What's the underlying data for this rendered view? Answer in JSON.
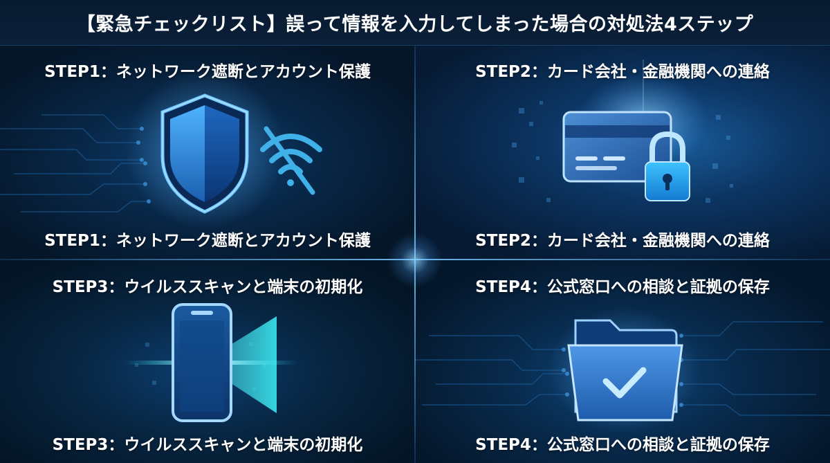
{
  "header": {
    "title": "【緊急チェックリスト】誤って情報を入力してしまった場合の対処法4ステップ"
  },
  "steps": [
    {
      "heading_top": "STEP1：ネットワーク遮断とアカウント保護",
      "heading_bottom": "STEP1：ネットワーク遮断とアカウント保護",
      "icons": [
        "shield-icon",
        "wifi-off-icon"
      ]
    },
    {
      "heading_top": "STEP2：カード会社・金融機関への連絡",
      "heading_bottom": "STEP2：カード会社・金融機関への連絡",
      "icons": [
        "credit-card-icon",
        "padlock-icon"
      ]
    },
    {
      "heading_top": "STEP3：ウイルススキャンと端末の初期化",
      "heading_bottom": "STEP3：ウイルススキャンと端末の初期化",
      "icons": [
        "smartphone-icon",
        "scan-beam-icon"
      ]
    },
    {
      "heading_top": "STEP4：公式窓口への相談と証拠の保存",
      "heading_bottom": "STEP4：公式窓口への相談と証拠の保存",
      "icons": [
        "folder-icon",
        "checkmark-icon"
      ]
    }
  ],
  "colors": {
    "background": "#04101f",
    "accent": "#3fa8ff",
    "glow": "#8fd8ff",
    "cyan": "#21e0e8"
  }
}
